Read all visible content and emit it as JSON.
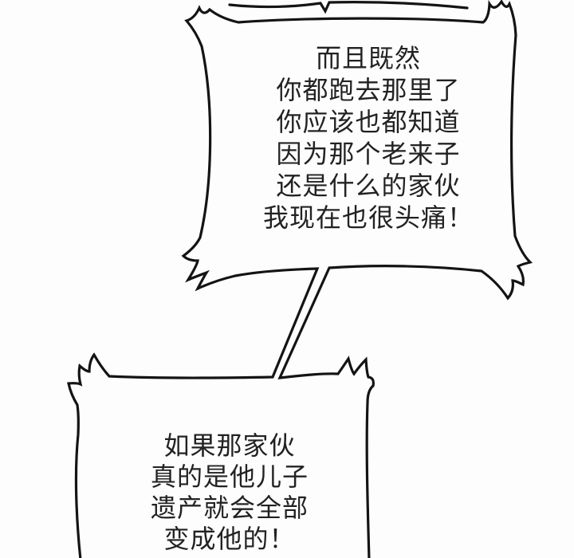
{
  "panel": {
    "background": "#fdfdfd",
    "line_color": "#141414",
    "text_color": "#222222"
  },
  "bubbles": [
    {
      "name": "previous-bubble-partial",
      "lines": []
    },
    {
      "name": "speech-bubble-top",
      "lines": [
        "而且既然",
        "你都跑去那里了",
        "你应该也都知道",
        "因为那个老来子",
        "还是什么的家伙",
        "我现在也很头痛！"
      ]
    },
    {
      "name": "speech-bubble-bottom",
      "lines": [
        "如果那家伙",
        "真的是他儿子",
        "遗产就会全部",
        "变成他的！"
      ]
    }
  ]
}
